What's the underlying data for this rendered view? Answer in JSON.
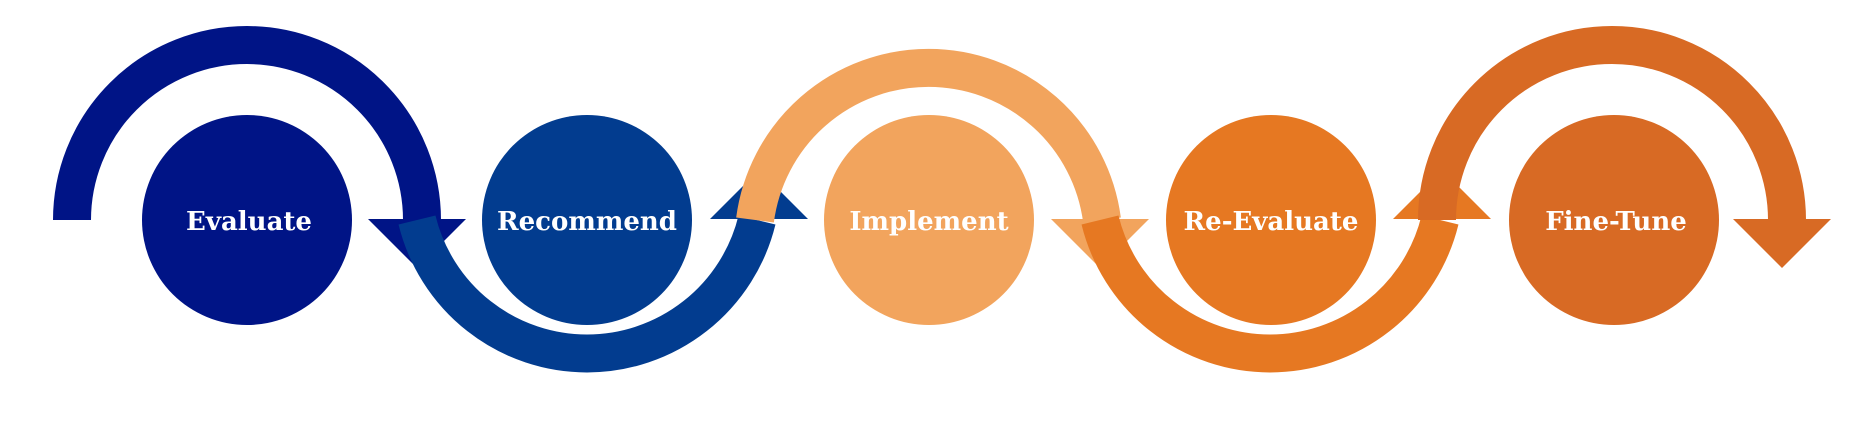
{
  "steps": [
    {
      "label": "Evaluate",
      "color": "#001486"
    },
    {
      "label": "Recommend",
      "color": "#023c8f"
    },
    {
      "label": "Implement",
      "color": "#f2a45d"
    },
    {
      "label": "Re-Evaluate",
      "color": "#e67822"
    },
    {
      "label": "Fine-Tune",
      "color": "#d86a24"
    }
  ],
  "arrows": [
    {
      "name": "arrow-evaluate-to-recommend",
      "direction": "down",
      "color": "#001486"
    },
    {
      "name": "arrow-recommend-to-implement",
      "direction": "up",
      "color": "#023c8f"
    },
    {
      "name": "arrow-implement-to-reevaluate",
      "direction": "down",
      "color": "#f2a45d"
    },
    {
      "name": "arrow-reevaluate-to-finetune",
      "direction": "up",
      "color": "#e67822"
    },
    {
      "name": "arrow-finetune-out",
      "direction": "down",
      "color": "#d86a24"
    }
  ],
  "flow_direction": "left-to-right"
}
